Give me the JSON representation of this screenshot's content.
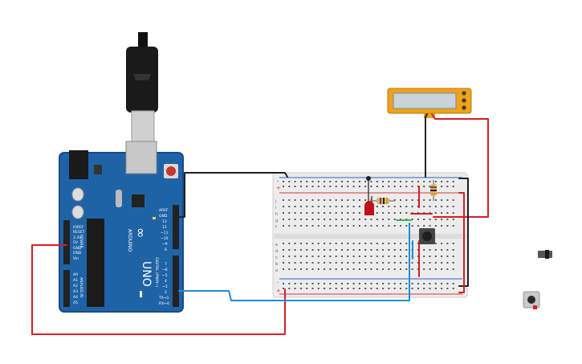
{
  "arduino": {
    "brand": "ARDUINO",
    "model": "UNO",
    "logo_symbol": "∞",
    "power_section": "POWER",
    "analog_section": "ANALOG IN",
    "digital_section": "DIGITAL (PWM~)",
    "power_pins": [
      "IOREF",
      "RESET",
      "3.3V",
      "5V",
      "GND",
      "GND",
      "Vin"
    ],
    "analog_pins": [
      "A0",
      "A1",
      "A2",
      "A3",
      "A4",
      "A5"
    ],
    "digital_pins_top": [
      "AREF",
      "GND",
      "13",
      "12",
      "~11",
      "~10",
      "~9",
      "8"
    ],
    "digital_pins_bottom": [
      "7",
      "~6",
      "~5",
      "4",
      "~3",
      "2",
      "TX→1",
      "RX←0"
    ],
    "colors": {
      "board": "#1f63a7",
      "board_edge": "#174d85",
      "header": "#222222",
      "reset_button": "#c0392b"
    }
  },
  "breadboard": {
    "row_letters_top": [
      "j",
      "i",
      "h",
      "g",
      "f"
    ],
    "row_letters_bottom": [
      "e",
      "d",
      "c",
      "b",
      "a"
    ],
    "rail_plus": "+",
    "rail_minus": "-",
    "colors": {
      "body": "#ececec",
      "rail_red": "#d33",
      "rail_blue": "#2a64c8",
      "hole": "#555555"
    }
  },
  "components": {
    "lcd": {
      "color_frame": "#f0a21a",
      "color_screen": "#c8d3da"
    },
    "led": {
      "color": "#c0111a"
    },
    "resistor": {
      "color": "#d7b47a"
    },
    "pushbutton": {
      "color": "#444444"
    }
  },
  "wires": {
    "colors": {
      "red": "#d61f26",
      "black": "#222222",
      "blue": "#1e8fd6",
      "green": "#3cb44b"
    }
  },
  "side_parts": [
    "slide-switch",
    "pushbutton"
  ]
}
